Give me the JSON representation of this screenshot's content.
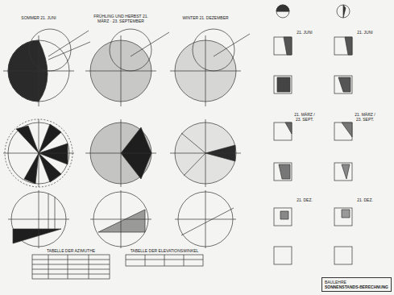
{
  "diagram": {
    "nodes": [
      {
        "text": [
          "BAULEHRE",
          "SONNENSTANDS-BERECHNUNG"
        ]
      }
    ],
    "labels": [
      "SOMMER 21. JUNI",
      "FRÜHLING UND HERBST 21. MÄRZ · 23. SEPTEMBER",
      "WINTER 21. DEZEMBER",
      "21. JUNI",
      "21. JUNI",
      "21. MÄRZ / 23. SEPT.",
      "21. MÄRZ / 23. SEPT.",
      "21. DEZ.",
      "21. DEZ.",
      "TABELLE DER AZIMUTHE",
      "TABELLE DER ELEVATIONSWINKEL"
    ]
  }
}
